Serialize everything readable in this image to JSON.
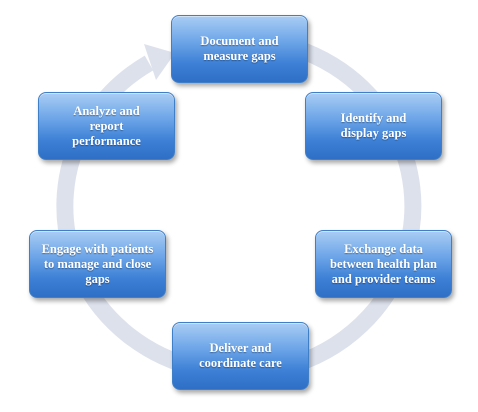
{
  "diagram": {
    "steps": [
      {
        "label": "Document and measure gaps"
      },
      {
        "label": "Identify and display gaps"
      },
      {
        "label": "Exchange data between health plan and provider teams"
      },
      {
        "label": "Deliver and coordinate care"
      },
      {
        "label": "Engage with patients to manage and close gaps"
      },
      {
        "label": "Analyze and report performance"
      }
    ],
    "colors": {
      "box_top": "#a9cdf4",
      "box_bottom": "#2f6fc6",
      "box_text": "#ffffff",
      "ring": "#dde1ec"
    }
  }
}
